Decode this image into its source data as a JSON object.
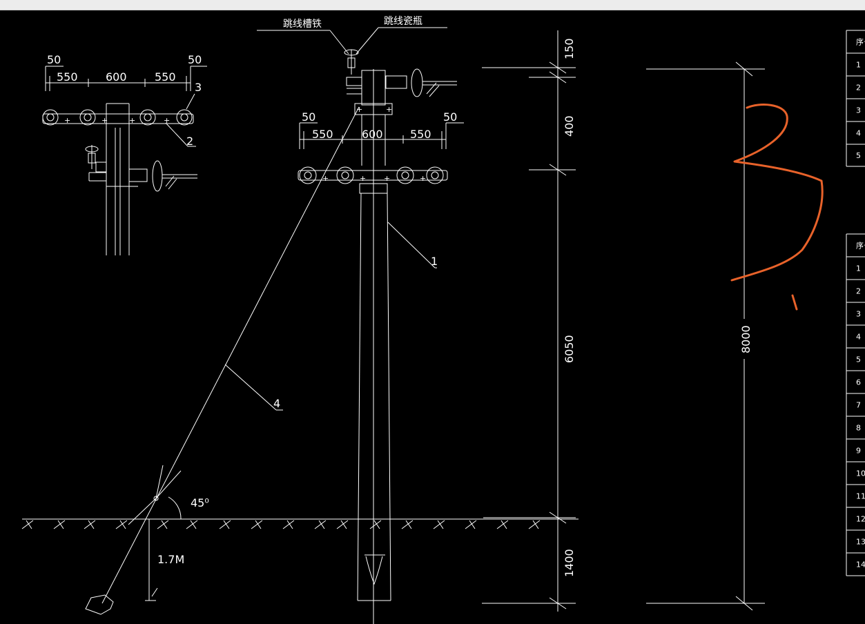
{
  "colors": {
    "background": "#000000",
    "line": "#ffffff",
    "annotation": "#e8622a",
    "toolbar": "#ececec"
  },
  "left_detail": {
    "dims": [
      "50",
      "550",
      "600",
      "550",
      "50"
    ],
    "markers": [
      "3",
      "2"
    ]
  },
  "main": {
    "top_labels": [
      "跳线槽铁",
      "跳线瓷瓶"
    ],
    "crossarm_dims": [
      "50",
      "550",
      "600",
      "550",
      "50"
    ],
    "pole_marker": "1",
    "stay_marker": "4",
    "angle_label": "45⁰",
    "depth_label": "1.7M"
  },
  "vertical_dims": [
    "150",
    "400",
    "6050",
    "1400"
  ],
  "total_dim": "8000",
  "table_1": {
    "header": "序号",
    "rows": [
      "1",
      "2",
      "3",
      "4",
      "5"
    ]
  },
  "table_2": {
    "header": "序号",
    "rows": [
      "1",
      "2",
      "3",
      "4",
      "5",
      "6",
      "7",
      "8",
      "9",
      "10",
      "11",
      "12",
      "13",
      "14"
    ]
  }
}
